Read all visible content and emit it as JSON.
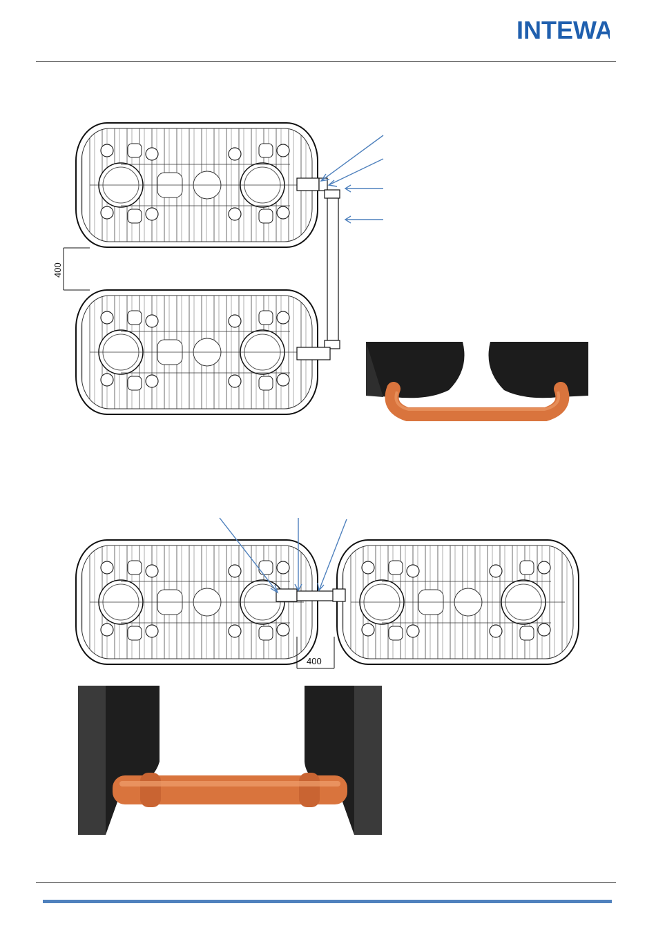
{
  "brand": {
    "logo_text": "INTEWA",
    "color": "#1f5fae"
  },
  "figure_top": {
    "dimension_label": "400",
    "photo_pipe_color": "#d9743d"
  },
  "figure_bottom": {
    "dimension_label": "400",
    "photo_pipe_color": "#d9743d"
  },
  "footer": {
    "band_color": "#4f81bd"
  }
}
